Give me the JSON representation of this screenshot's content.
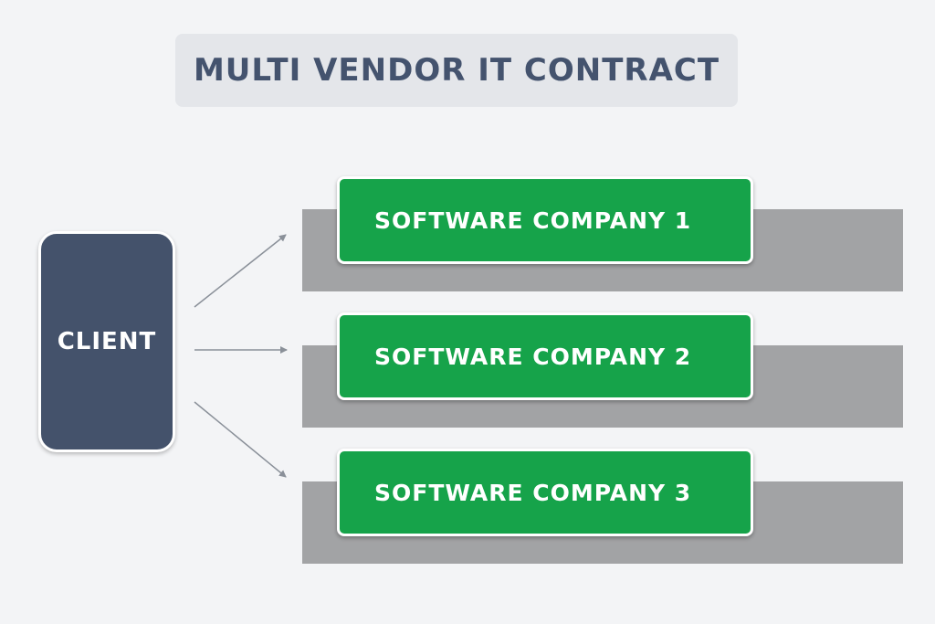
{
  "title": "MULTI VENDOR IT CONTRACT",
  "client": {
    "label": "CLIENT"
  },
  "companies": [
    {
      "label": "SOFTWARE COMPANY 1"
    },
    {
      "label": "SOFTWARE COMPANY 2"
    },
    {
      "label": "SOFTWARE COMPANY 3"
    }
  ],
  "colors": {
    "background": "#f3f4f6",
    "title_box": "#e4e6ea",
    "title_text": "#44536e",
    "client_box": "#44526b",
    "company_box": "#16a34a",
    "shadow_bar": "#a2a3a5",
    "arrow": "#8a9099"
  }
}
